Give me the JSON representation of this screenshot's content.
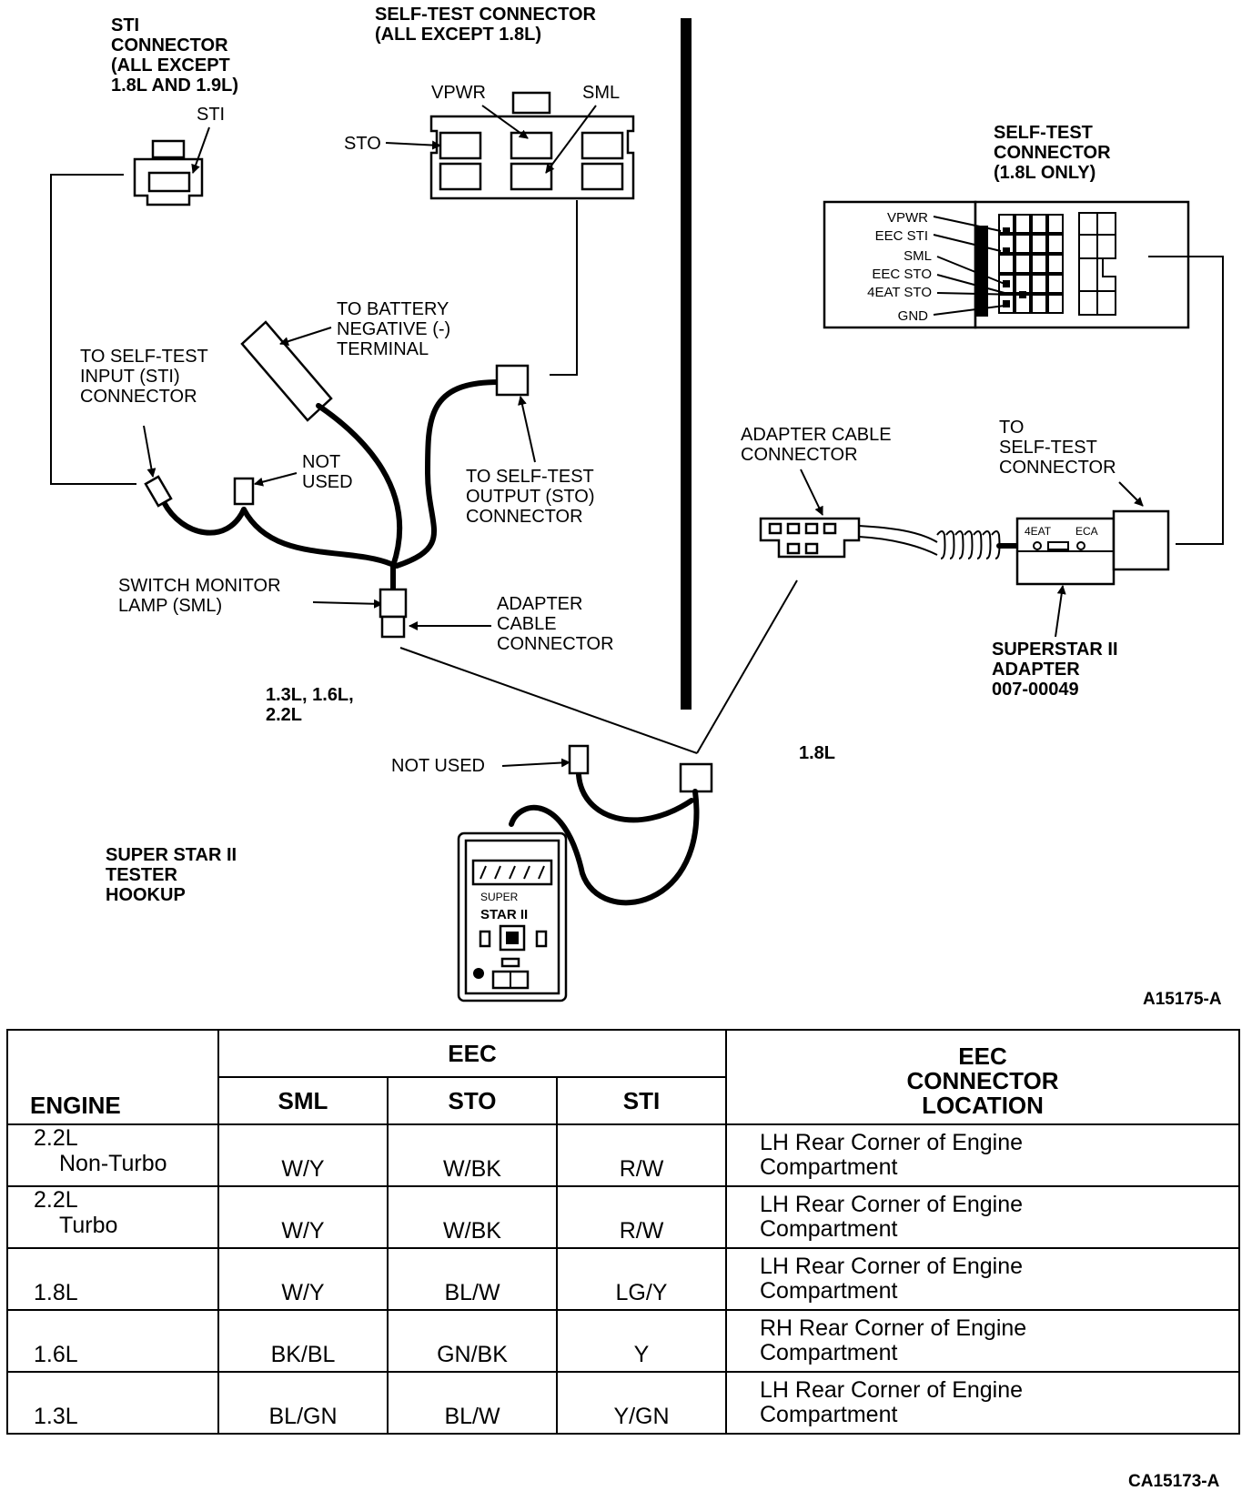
{
  "labels": {
    "sti_connector": [
      "STI",
      "CONNECTOR",
      "(ALL EXCEPT",
      "1.8L AND 1.9L)"
    ],
    "sti_pin": "STI",
    "self_test_connector": [
      "SELF-TEST CONNECTOR",
      "(ALL EXCEPT 1.8L)"
    ],
    "vpwr": "VPWR",
    "sml": "SML",
    "sto": "STO",
    "to_battery": [
      "TO BATTERY",
      "NEGATIVE (-)",
      "TERMINAL"
    ],
    "to_sti": [
      "TO SELF-TEST",
      "INPUT (STI)",
      "CONNECTOR"
    ],
    "not_used_1": [
      "NOT",
      "USED"
    ],
    "to_sto": [
      "TO SELF-TEST",
      "OUTPUT (STO)",
      "CONNECTOR"
    ],
    "sml_lamp": [
      "SWITCH MONITOR",
      "LAMP (SML)"
    ],
    "adapter_cable_left": [
      "ADAPTER",
      "CABLE",
      "CONNECTOR"
    ],
    "engines_left": [
      "1.3L, 1.6L,",
      "2.2L"
    ],
    "not_used_2": "NOT USED",
    "tester_hookup": [
      "SUPER STAR II",
      "TESTER",
      "HOOKUP"
    ],
    "tester_face": [
      "SUPER",
      "STAR II"
    ],
    "self_test_18": [
      "SELF-TEST",
      "CONNECTOR",
      "(1.8L ONLY)"
    ],
    "pins_18": [
      "VPWR",
      "EEC  STI",
      "SML",
      "EEC STO",
      "4EAT STO",
      "GND"
    ],
    "adapter_cable_right": [
      "ADAPTER CABLE",
      "CONNECTOR"
    ],
    "to_self_test_right": [
      "TO",
      "SELF-TEST",
      "CONNECTOR"
    ],
    "adapter_face": [
      "4EAT",
      "ECA"
    ],
    "superstar_adapter": [
      "SUPERSTAR II",
      "ADAPTER",
      "007-00049"
    ],
    "engine_18": "1.8L",
    "fig_code": "A15175-A",
    "page_code": "CA15173-A"
  },
  "table": {
    "engine_header": "ENGINE",
    "eec_header": "EEC",
    "cols": [
      "SML",
      "STO",
      "STI"
    ],
    "location_header": [
      "EEC",
      "CONNECTOR",
      "LOCATION"
    ],
    "rows": [
      {
        "engine": [
          "2.2L",
          "Non-Turbo"
        ],
        "sml": "W/Y",
        "sto": "W/BK",
        "sti": "R/W",
        "location": [
          "LH Rear Corner of Engine",
          "Compartment"
        ]
      },
      {
        "engine": [
          "2.2L",
          "Turbo"
        ],
        "sml": "W/Y",
        "sto": "W/BK",
        "sti": "R/W",
        "location": [
          "LH Rear Corner of Engine",
          "Compartment"
        ]
      },
      {
        "engine": [
          "1.8L"
        ],
        "sml": "W/Y",
        "sto": "BL/W",
        "sti": "LG/Y",
        "location": [
          "LH Rear Corner of Engine",
          "Compartment"
        ]
      },
      {
        "engine": [
          "1.6L"
        ],
        "sml": "BK/BL",
        "sto": "GN/BK",
        "sti": "Y",
        "location": [
          "RH Rear Corner of Engine",
          "Compartment"
        ]
      },
      {
        "engine": [
          "1.3L"
        ],
        "sml": "BL/GN",
        "sto": "BL/W",
        "sti": "Y/GN",
        "location": [
          "LH Rear Corner of Engine",
          "Compartment"
        ]
      }
    ]
  }
}
